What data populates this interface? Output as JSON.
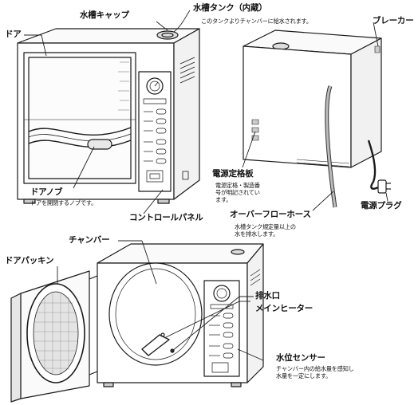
{
  "labels": {
    "water_cap": "水槽キャップ",
    "water_tank": "水槽タンク（内蔵）",
    "water_tank_note": "このタンクよりチャンバーに給水されます。",
    "door": "ドア",
    "breaker": "ブレーカー",
    "rating_plate": "電源定格板",
    "rating_plate_note": [
      "電源定格・製造番",
      "号が明記されてい",
      "ます。"
    ],
    "door_knob": "ドアノブ",
    "door_knob_note": "ドアを開閉するノブです。",
    "power_plug": "電源プラグ",
    "overflow_hose": "オーバーフローホース",
    "overflow_hose_note": [
      "水槽タンク規定量以上の",
      "水を排水します。"
    ],
    "control_panel": "コントロールパネル",
    "chamber": "チャンバー",
    "door_gasket": "ドアパッキン",
    "drain": "排水口",
    "main_heater": "メインヒーター",
    "water_sensor": "水位センサー",
    "water_sensor_note": [
      "チャンバー内の給水量を感知し",
      "水量を一定にします。"
    ]
  }
}
